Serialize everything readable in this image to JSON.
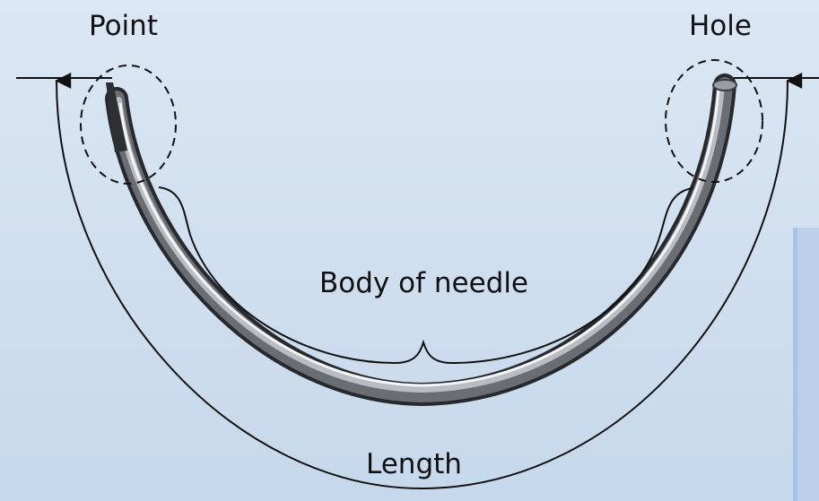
{
  "labels": {
    "point": "Point",
    "hole": "Hole",
    "body": "Body of needle",
    "length": "Length"
  },
  "colors": {
    "background_top": "#dbe7f4",
    "background_bottom": "#c4d6ea",
    "needle_dark": "#2b2b2e",
    "needle_mid": "#8a8d94",
    "needle_highlight": "#f4f5f7",
    "line": "#111111",
    "side_panel": "#a9c3e4"
  }
}
